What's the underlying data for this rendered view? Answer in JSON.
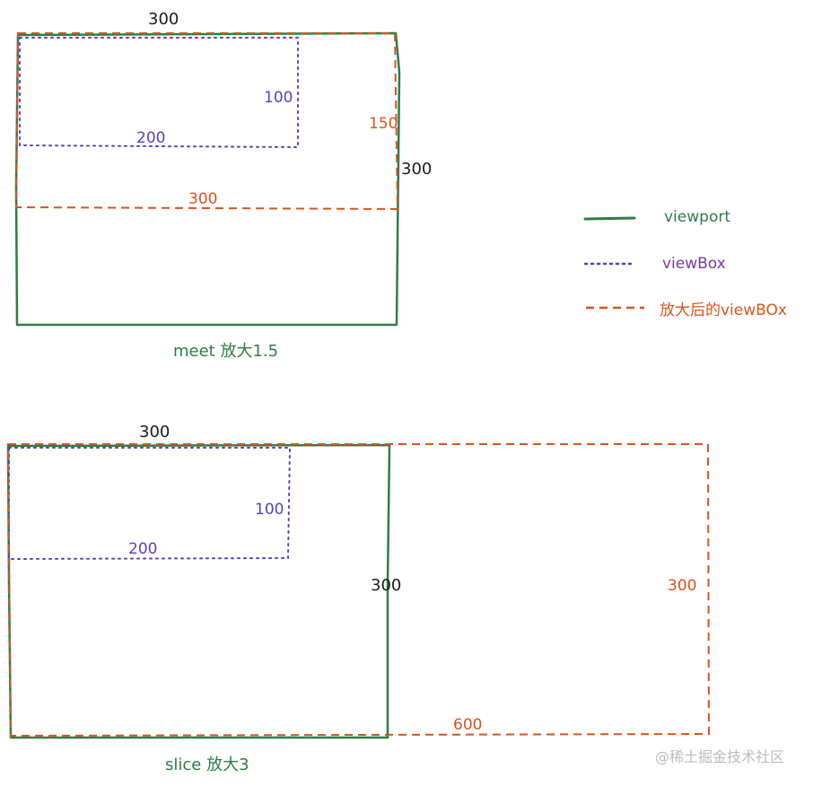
{
  "colors": {
    "viewport": "#2e7d46",
    "viewbox": "#5b3fbf",
    "scaled": "#d9541e",
    "text_dark": "#1b1b1b",
    "watermark": "#b9bcc4"
  },
  "top_diagram": {
    "top_label": "300",
    "right_label": "300",
    "viewbox_width_label": "200",
    "viewbox_height_label": "100",
    "scaled_width_label": "300",
    "scaled_height_label": "150",
    "caption": "meet 放大1.5"
  },
  "bottom_diagram": {
    "top_label": "300",
    "right_label": "300",
    "viewbox_width_label": "200",
    "viewbox_height_label": "100",
    "scaled_width_label": "600",
    "scaled_height_label": "300",
    "caption": "slice 放大3"
  },
  "legend": {
    "viewport_label": "viewport",
    "viewbox_label": "viewBox",
    "scaled_label": "放大后的viewBOx"
  },
  "watermark": "@稀土掘金技术社区"
}
